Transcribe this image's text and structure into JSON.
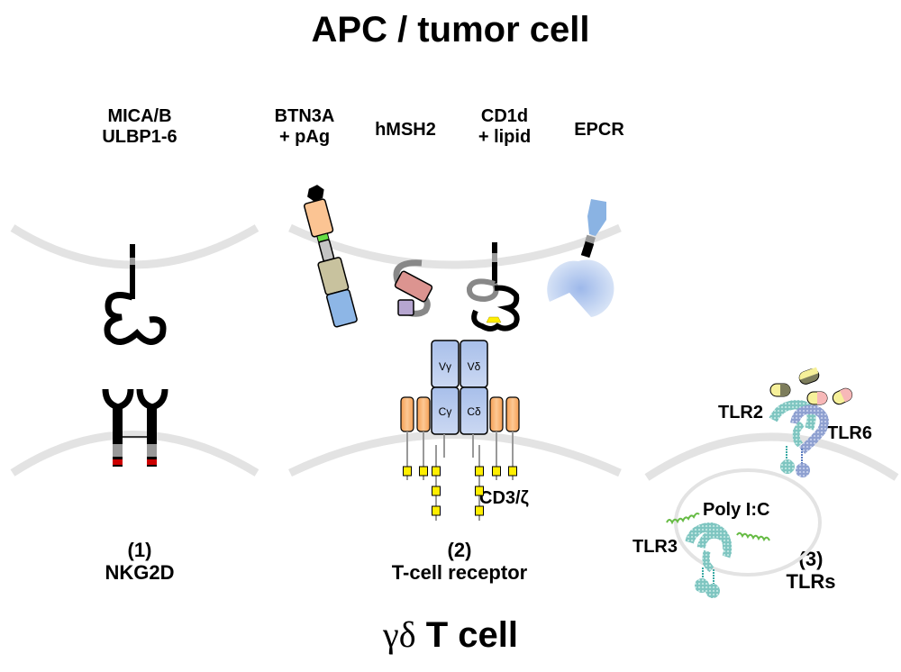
{
  "titles": {
    "top": "APC / tumor cell",
    "bottom_greek": "γδ",
    "bottom_text": "T cell"
  },
  "ligands": [
    {
      "line1": "MICA/B",
      "line2": "ULBP1-6"
    },
    {
      "line1": "BTN3A",
      "line2": "+ pAg"
    },
    {
      "line1": "hMSH2",
      "line2": ""
    },
    {
      "line1": "CD1d",
      "line2": "+ lipid"
    },
    {
      "line1": "EPCR",
      "line2": ""
    }
  ],
  "sections": [
    {
      "number": "(1)",
      "name": "NKG2D"
    },
    {
      "number": "(2)",
      "name": "T-cell receptor"
    },
    {
      "number": "(3)",
      "name": "TLRs"
    }
  ],
  "tcr": {
    "domains": [
      "Vγ",
      "Vδ",
      "Cγ",
      "Cδ"
    ],
    "cd3_label": "CD3/ζ"
  },
  "tlr": {
    "tlr2": "TLR2",
    "tlr6": "TLR6",
    "tlr3": "TLR3",
    "poly_ic": "Poly I:C"
  },
  "colors": {
    "membrane": "#e3e3e3",
    "btn_orange": "#fbc493",
    "btn_green": "#66dd44",
    "btn_gray": "#c4c4c4",
    "btn_tan": "#c8c29e",
    "btn_blue": "#8db6e6",
    "hmsh2_pink": "#dc9490",
    "hmsh2_purple": "#b6a6d0",
    "tcr_blue": "#b8cbee",
    "cd3_orange": "#f7b06c",
    "itam_yellow": "#ffee00",
    "nkg2d_red": "#cc0000",
    "epcr_blue": "#8ab3e3",
    "tlr_teal": "#3aaaa4",
    "tlr_blue": "#5a7cc0",
    "polyic_green": "#66bb44"
  }
}
